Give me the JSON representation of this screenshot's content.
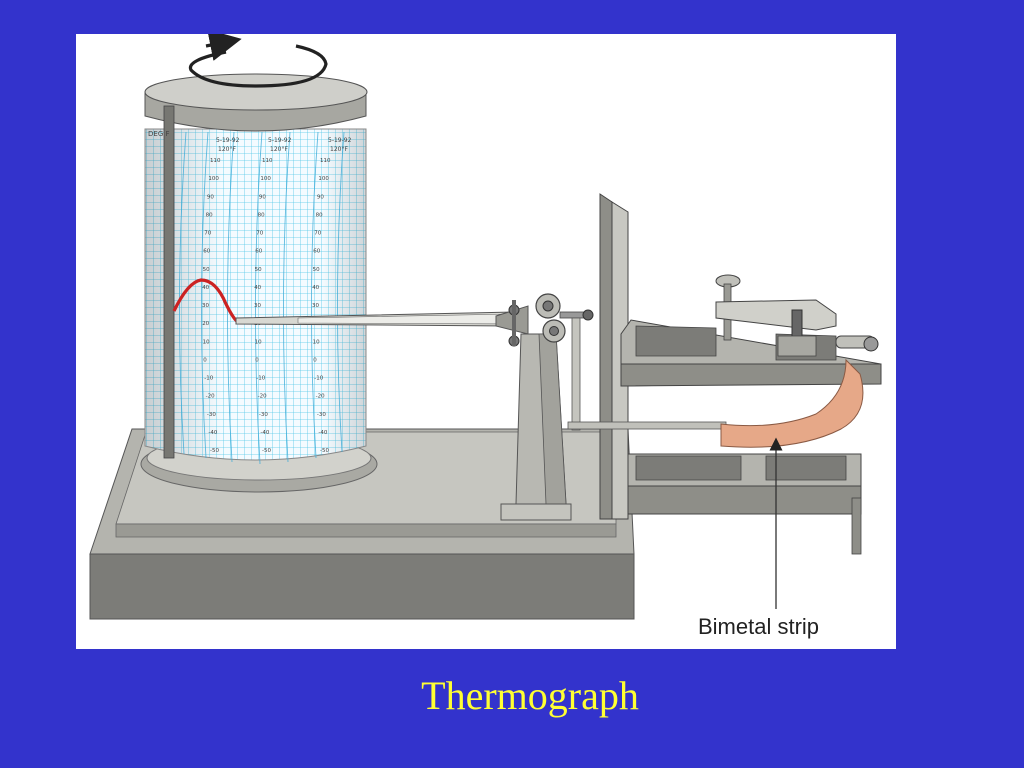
{
  "slide": {
    "caption": "Thermograph",
    "background_color": "#3333cc",
    "caption_color": "#ffff33"
  },
  "diagram": {
    "callout_label": "Bimetal strip",
    "chart_header": {
      "units": "DEG F",
      "dates": [
        "5-19-92",
        "5-19-92",
        "5-19-92"
      ],
      "top_marks": [
        "120°F",
        "120°F",
        "120°F"
      ]
    },
    "scale_columns": [
      [
        "110",
        "100",
        "90",
        "80",
        "70",
        "60",
        "50",
        "40",
        "30",
        "20",
        "10",
        "0",
        "-10",
        "-20",
        "-30",
        "-40",
        "-50"
      ],
      [
        "110",
        "100",
        "90",
        "80",
        "70",
        "60",
        "50",
        "40",
        "30",
        "20",
        "10",
        "0",
        "-10",
        "-20",
        "-30",
        "-40",
        "-50"
      ],
      [
        "110",
        "100",
        "90",
        "80",
        "70",
        "60",
        "50",
        "40",
        "30",
        "20",
        "10",
        "0",
        "-10",
        "-20",
        "-30",
        "-40",
        "-50"
      ]
    ],
    "colors": {
      "chart_grid": "#55c8e8",
      "pen_trace": "#cc2222",
      "bimetal_strip": "#e6a888",
      "frame": "#8a8a86"
    },
    "icons": [
      "rotation-arrow-icon"
    ]
  }
}
